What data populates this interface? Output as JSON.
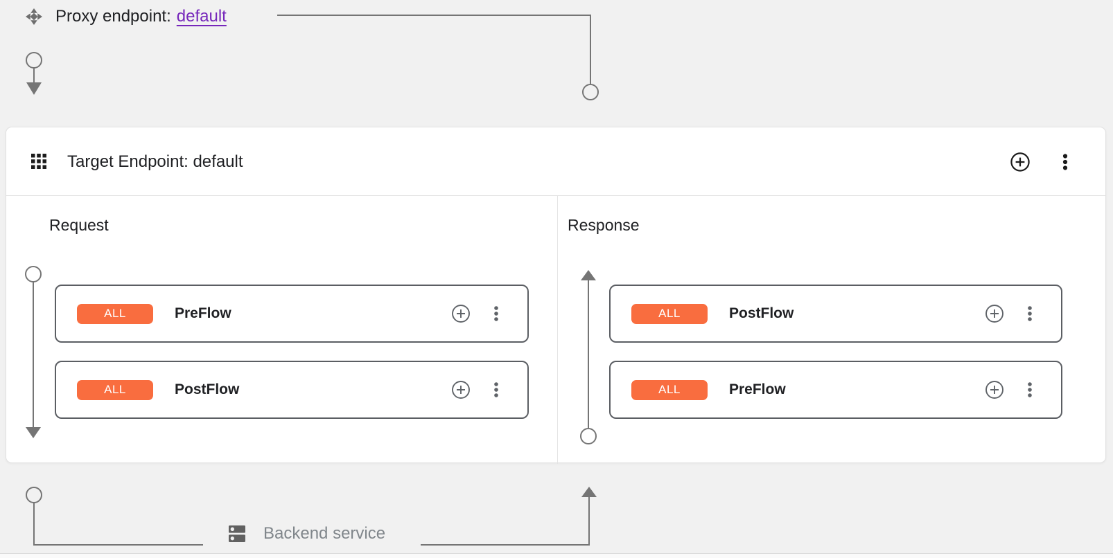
{
  "proxy_endpoint": {
    "icon": "proxy-diamond-arrows",
    "label": "Proxy endpoint:",
    "link_text": "default"
  },
  "target_endpoint": {
    "drag_icon": "grid-3x3",
    "title": "Target Endpoint: default",
    "header_add_icon": "plus-circle",
    "header_menu_icon": "more-vert",
    "request": {
      "label": "Request",
      "flows": [
        {
          "condition": "ALL",
          "name": "PreFlow"
        },
        {
          "condition": "ALL",
          "name": "PostFlow"
        }
      ]
    },
    "response": {
      "label": "Response",
      "flows": [
        {
          "condition": "ALL",
          "name": "PostFlow"
        },
        {
          "condition": "ALL",
          "name": "PreFlow"
        }
      ]
    },
    "flow_add_icon": "plus-circle",
    "flow_menu_icon": "more-vert"
  },
  "backend_service": {
    "icon": "dns-server",
    "label": "Backend service"
  },
  "colors": {
    "condition_badge": "#F96D3F",
    "link": "#7627BB",
    "connector": "#757575",
    "flow_box_border": "#5B5E63",
    "text_primary": "#202124",
    "text_secondary": "#80868B",
    "background": "#F1F1F1",
    "card_background": "#FFFFFF"
  }
}
